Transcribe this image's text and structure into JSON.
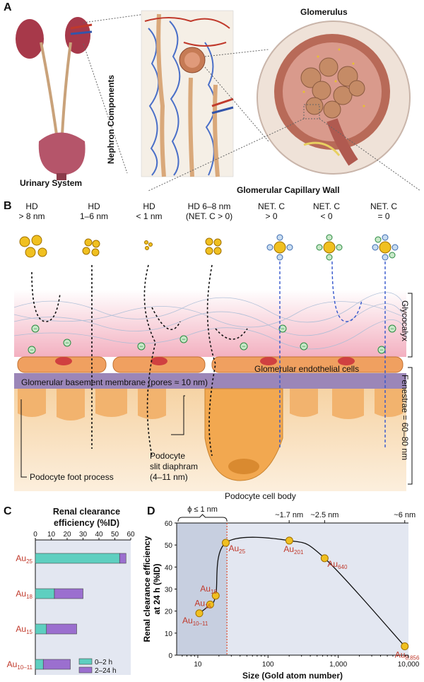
{
  "panel_a": {
    "letter": "A",
    "urinary_label": "Urinary System",
    "nephron_label": "Nephron Components",
    "glomerulus_label": "Glomerulus",
    "wall_label": "Glomerular Capillary Wall"
  },
  "panel_b": {
    "letter": "B",
    "headers": [
      {
        "line1": "HD",
        "line2": "> 8 nm"
      },
      {
        "line1": "HD",
        "line2": "1–6 nm"
      },
      {
        "line1": "HD",
        "line2": "< 1 nm"
      },
      {
        "line1": "HD 6–8 nm",
        "line2": "(NET. C > 0)"
      },
      {
        "line1": "NET. C",
        "line2": "> 0"
      },
      {
        "line1": "NET. C",
        "line2": "< 0"
      },
      {
        "line1": "NET. C",
        "line2": "= 0"
      }
    ],
    "glycocalyx": "Glycocalyx",
    "endothelial": "Glomerular endothelial cells",
    "gbm": "Glomerular basement membrane (pores ≈ 10 nm)",
    "fenestrae": "Fenestrae = 60–80 nm",
    "foot_process": "Podocyte foot process",
    "slit_line1": "Podocyte",
    "slit_line2": "slit diaphram",
    "slit_line3": "(4–11 nm)",
    "cell_body": "Podocyte cell body"
  },
  "panel_c": {
    "letter": "C",
    "title_line1": "Renal clearance",
    "title_line2": "efficiency (%ID)",
    "legend": [
      "0–2 h",
      "2–24 h"
    ],
    "colors": {
      "early": "#5ecfc0",
      "late": "#9b6fcf",
      "label": "#c0392b"
    }
  },
  "panel_d": {
    "letter": "D",
    "dashed_color": "#e05030"
  },
  "chart_data": [
    {
      "type": "bar",
      "orientation": "horizontal",
      "stacked": true,
      "categories": [
        "Au25",
        "Au18",
        "Au15",
        "Au10-11"
      ],
      "category_labels": [
        {
          "base": "Au",
          "sub": "25"
        },
        {
          "base": "Au",
          "sub": "18"
        },
        {
          "base": "Au",
          "sub": "15"
        },
        {
          "base": "Au",
          "sub": "10–11"
        }
      ],
      "series": [
        {
          "name": "0–2 h",
          "values": [
            53,
            12,
            7,
            5
          ]
        },
        {
          "name": "2–24 h",
          "values": [
            4,
            18,
            19,
            17
          ]
        }
      ],
      "xlim": [
        0,
        60
      ],
      "ticks": [
        0,
        10,
        20,
        30,
        40,
        50,
        60
      ],
      "tick_labels": [
        "0",
        "10",
        "20",
        "30",
        "40",
        "50",
        "60"
      ],
      "title": "Renal clearance efficiency (%ID)"
    },
    {
      "type": "scatter",
      "x_scale": "log",
      "points": [
        {
          "x": 10.5,
          "y": 19,
          "base": "Au",
          "sub": "10–11"
        },
        {
          "x": 15,
          "y": 23,
          "base": "Au",
          "sub": "15"
        },
        {
          "x": 18,
          "y": 27,
          "base": "Au",
          "sub": "18"
        },
        {
          "x": 25,
          "y": 51,
          "base": "Au",
          "sub": "25"
        },
        {
          "x": 201,
          "y": 52,
          "base": "Au",
          "sub": "201"
        },
        {
          "x": 640,
          "y": 44,
          "base": "Au",
          "sub": "640"
        },
        {
          "x": 8856,
          "y": 4,
          "base": "Au",
          "sub": "8,856"
        }
      ],
      "xlabel": "Size (Gold atom number)",
      "ylabel": "Renal clearance efficiency at 24 h (%ID)",
      "ylim": [
        0,
        60
      ],
      "xlim": [
        5,
        10000
      ],
      "yticks": [
        0,
        10,
        20,
        30,
        40,
        50,
        60
      ],
      "xticks": [
        {
          "v": 10,
          "label": "10"
        },
        {
          "v": 100,
          "label": "100"
        },
        {
          "v": 1000,
          "label": "1,000"
        },
        {
          "v": 10000,
          "label": "10,000"
        }
      ],
      "top_axis": [
        {
          "v": 200,
          "label": "~1.7 nm"
        },
        {
          "v": 640,
          "label": "~2.5 nm"
        },
        {
          "v": 8856,
          "label": "~6 nm"
        }
      ],
      "bracket_label": "ϕ ≤ 1 nm",
      "cutoff_x": 26
    }
  ]
}
